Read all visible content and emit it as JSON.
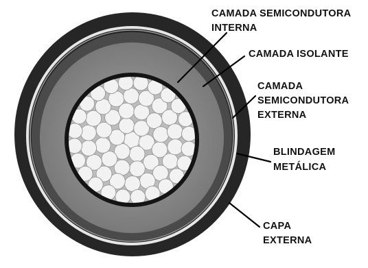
{
  "labels": {
    "inner_semiconductor": [
      "CAMADA SEMICONDUTORA",
      "INTERNA"
    ],
    "insulation": [
      "CAMADA ISOLANTE"
    ],
    "outer_semiconductor": [
      "CAMADA",
      "SEMICONDUTORA",
      "EXTERNA"
    ],
    "metal_shield": [
      "BLINDAGEM",
      "METÁLICA"
    ],
    "outer_jacket": [
      "CAPA",
      "EXTERNA"
    ]
  },
  "colors": {
    "jacket": "#262626",
    "shield": "#e6e6e6",
    "outer_semiconductor": "#4a4a4a",
    "insulation": "#8c8c8c",
    "inner_semiconductor": "#141414",
    "conductor_bg": "#bdbdbd",
    "strand": "#f2f2f2",
    "text": "#111111"
  }
}
